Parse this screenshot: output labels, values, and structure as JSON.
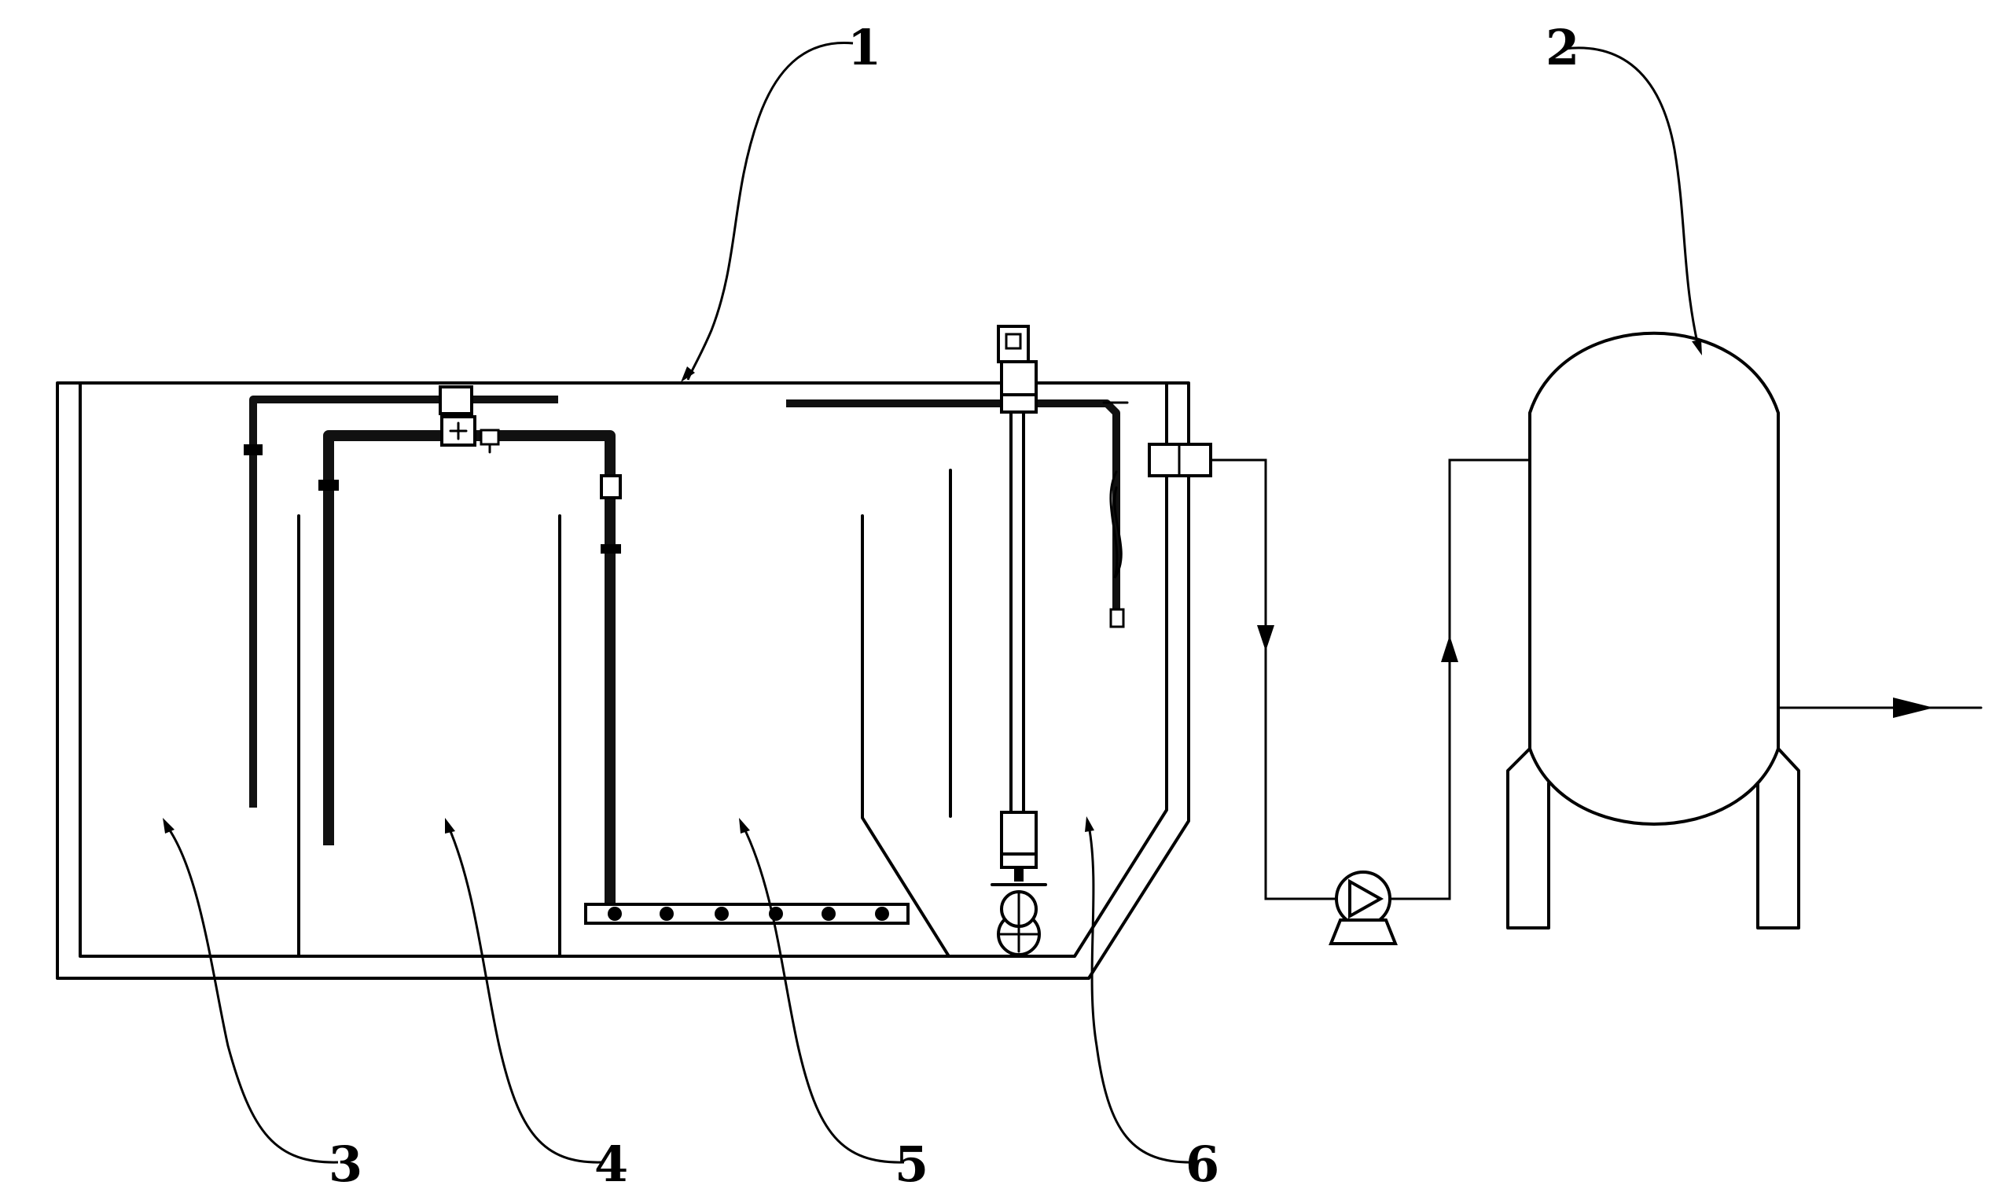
{
  "labels": {
    "tank": "1",
    "vessel": "2",
    "zone_a": "3",
    "zone_b": "4",
    "zone_c": "5",
    "zone_d": "6"
  }
}
